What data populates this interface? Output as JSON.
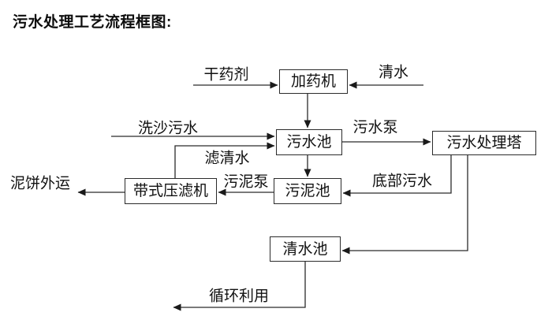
{
  "page": {
    "title": "污水处理工艺流程框图:"
  },
  "diagram": {
    "type": "flowchart",
    "nodes": [
      {
        "id": "dosing-machine",
        "label": "加药机"
      },
      {
        "id": "sewage-pool",
        "label": "污水池"
      },
      {
        "id": "treatment-tower",
        "label": "污水处理塔"
      },
      {
        "id": "belt-filter-press",
        "label": "带式压滤机"
      },
      {
        "id": "sludge-pool",
        "label": "污泥池"
      },
      {
        "id": "clean-water-pool",
        "label": "清水池"
      }
    ],
    "edge_labels": [
      {
        "id": "dry-agent",
        "text": "干药剂"
      },
      {
        "id": "clean-water",
        "text": "清水"
      },
      {
        "id": "sand-washing-sewage",
        "text": "洗沙污水"
      },
      {
        "id": "filtered-water",
        "text": "滤清水"
      },
      {
        "id": "sewage-pump",
        "text": "污水泵"
      },
      {
        "id": "sludge-pump",
        "text": "污泥泵"
      },
      {
        "id": "mud-cake-out",
        "text": "泥饼外运"
      },
      {
        "id": "bottom-sewage",
        "text": "底部污水"
      },
      {
        "id": "recycle-use",
        "text": "循环利用"
      }
    ],
    "flows": [
      "干药剂 → 加药机",
      "清水 → 加药机",
      "加药机 → 污水池",
      "洗沙污水 → 污水池",
      "带式压滤机 → 滤清水 → 污水池",
      "污水池 → 污水泵 → 污水处理塔",
      "污水池 → 污泥池",
      "污水处理塔 → 底部污水 → 污泥池",
      "污泥池 → 污泥泵 → 带式压滤机",
      "带式压滤机 → 泥饼外运",
      "污水处理塔 → 清水池",
      "清水池 → 循环利用"
    ],
    "colors": {
      "line": "#2b2b2b",
      "text": "#111111",
      "background": "#ffffff"
    }
  }
}
